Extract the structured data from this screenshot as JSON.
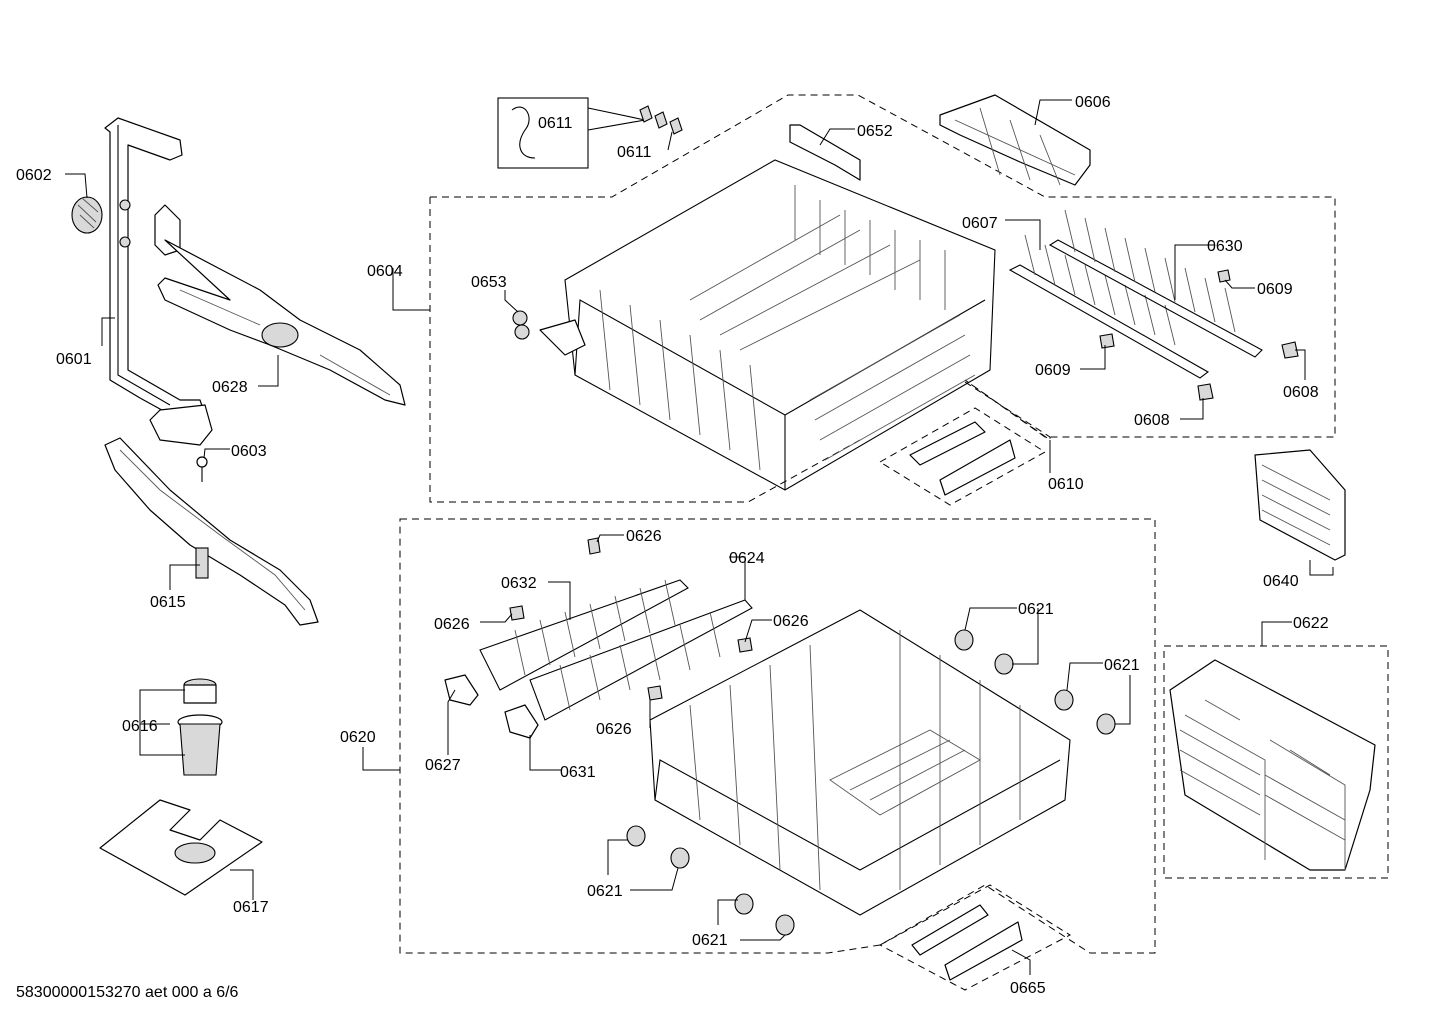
{
  "footer": "58300000153270 aet 000 a 6/6",
  "labels": {
    "p0602": "0602",
    "p0601": "0601",
    "p0628": "0628",
    "p0603": "0603",
    "p0615": "0615",
    "p0616": "0616",
    "p0617": "0617",
    "p0611a": "0611",
    "p0611b": "0611",
    "p0652": "0652",
    "p0606": "0606",
    "p0604": "0604",
    "p0653": "0653",
    "p0607": "0607",
    "p0630": "0630",
    "p0609a": "0609",
    "p0609b": "0609",
    "p0608a": "0608",
    "p0608b": "0608",
    "p0610": "0610",
    "p0640": "0640",
    "p0626a": "0626",
    "p0626b": "0626",
    "p0626c": "0626",
    "p0626d": "0626",
    "p0624": "0624",
    "p0632": "0632",
    "p0620": "0620",
    "p0627": "0627",
    "p0631": "0631",
    "p0621a": "0621",
    "p0621b": "0621",
    "p0621c": "0621",
    "p0621d": "0621",
    "p0622": "0622",
    "p0665": "0665"
  }
}
